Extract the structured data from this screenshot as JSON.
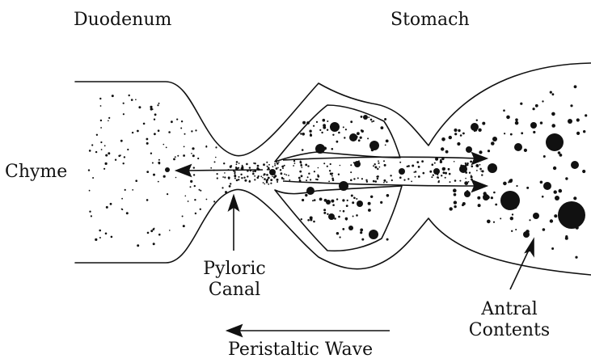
{
  "labels": {
    "duodenum": "Duodenum",
    "stomach": "Stomach",
    "chyme": "Chyme",
    "pyloric_line1": "Pyloric",
    "pyloric_line2": "Canal",
    "antral_line1": "Antral",
    "antral_line2": "Contents",
    "peristaltic": "Peristaltic Wave"
  },
  "colors": {
    "ink": "#111111",
    "background": "#ffffff"
  }
}
